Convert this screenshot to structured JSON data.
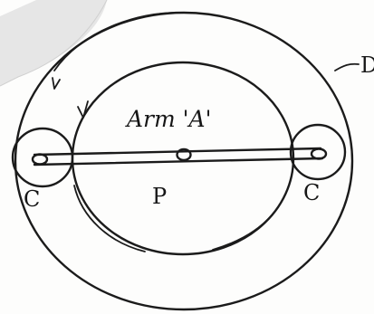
{
  "labels": {
    "arm": "Arm 'A'",
    "pivot": "P",
    "planet_left": "C",
    "planet_right": "C",
    "outer_gear": "D"
  },
  "colors": {
    "ink": "#1b1b1b",
    "paper": "#fdfdfc",
    "stamp": "#e5e5e5"
  }
}
